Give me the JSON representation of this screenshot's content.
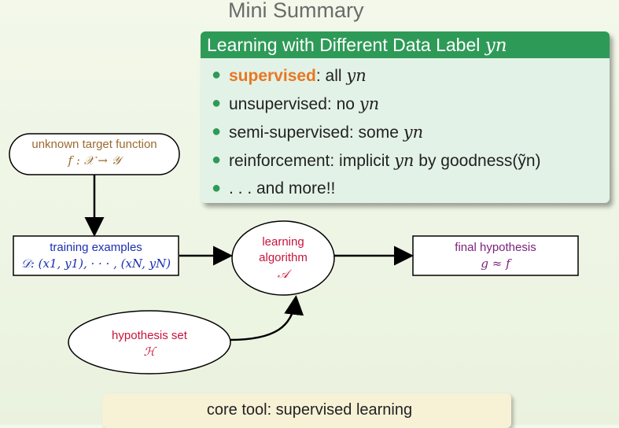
{
  "title": "Mini Summary",
  "summary": {
    "header_prefix": "Learning with Different Data Label ",
    "header_yn": "yn",
    "items": [
      {
        "highlight": "supervised",
        "text": ": all ",
        "yn": "yn",
        "suffix": ""
      },
      {
        "highlight": "",
        "text": "unsupervised: no ",
        "yn": "yn",
        "suffix": ""
      },
      {
        "highlight": "",
        "text": "semi-supervised: some ",
        "yn": "yn",
        "suffix": ""
      },
      {
        "highlight": "",
        "text": "reinforcement: implicit ",
        "yn": "yn",
        "suffix": " by goodness(ỹn)"
      },
      {
        "highlight": "",
        "text": ". . . and more!!",
        "yn": "",
        "suffix": ""
      }
    ]
  },
  "diagram": {
    "target": {
      "line1": "unknown target function",
      "line2": "f : 𝒳 → 𝒴"
    },
    "examples": {
      "line1": "training examples",
      "line2": "𝒟: (x1, y1), · · · , (xN, yN)"
    },
    "algorithm": {
      "line1": "learning",
      "line2": "algorithm",
      "line3": "𝒜"
    },
    "final": {
      "line1": "final hypothesis",
      "line2": "g ≈ f"
    },
    "hypothesis_set": {
      "line1": "hypothesis set",
      "line2": "ℋ"
    }
  },
  "footer": "core tool: supervised learning",
  "colors": {
    "accent_green": "#2e9a57",
    "highlight_orange": "#e87722",
    "target_brown": "#9b6a2e",
    "examples_blue": "#1a2fb0",
    "algorithm_red": "#c8143c",
    "final_purple": "#7a1f7a"
  }
}
